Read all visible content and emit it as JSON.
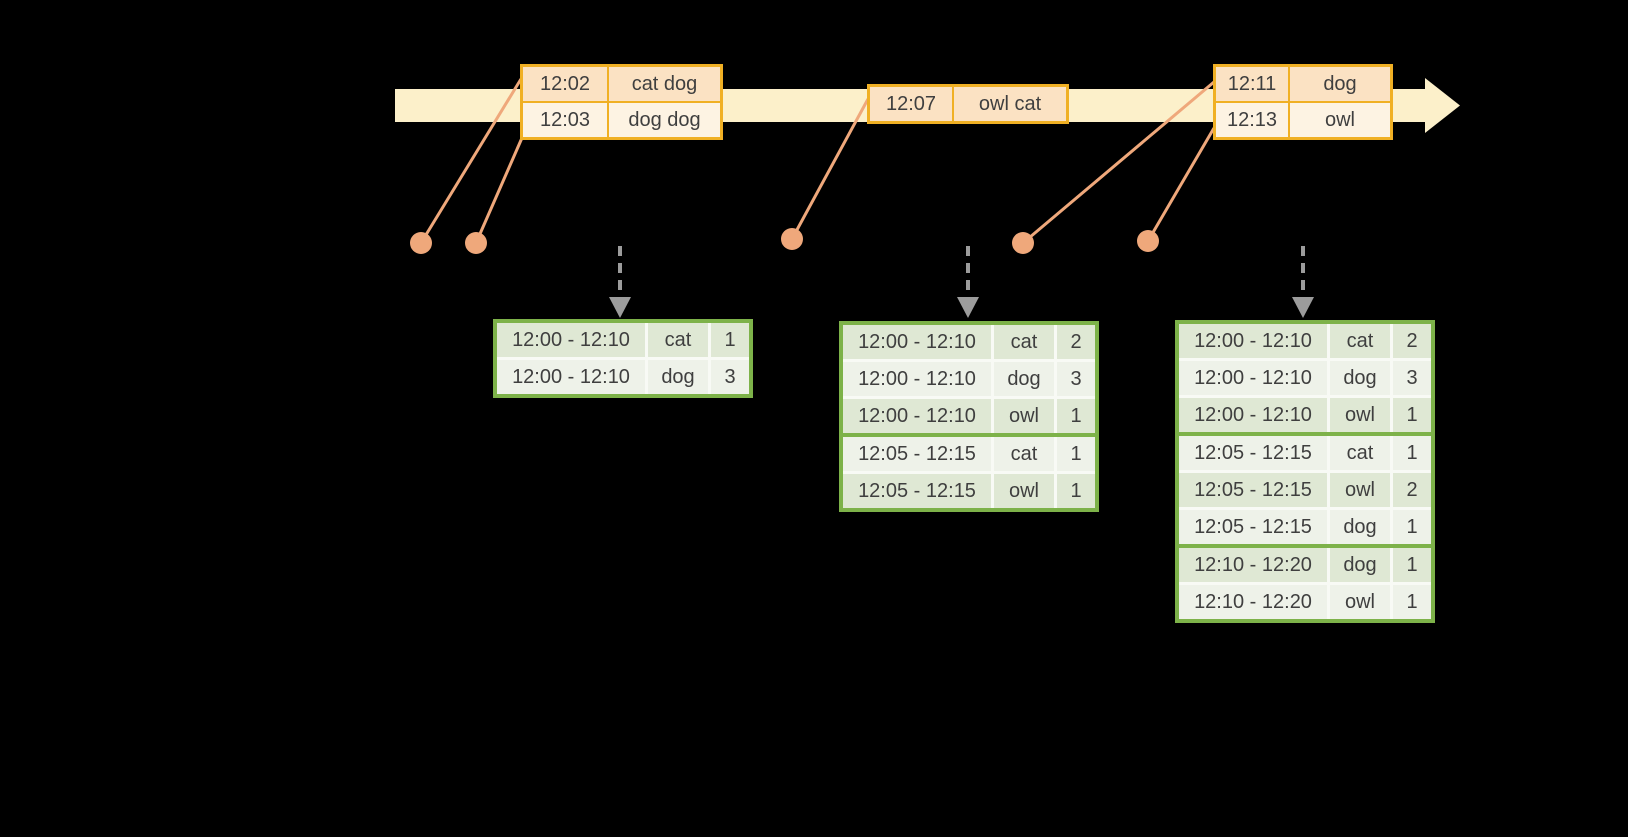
{
  "colors": {
    "bg": "#000000",
    "timeline_band": "#fcf0ca",
    "event_border": "#f0b024",
    "event_cell_dark": "#fbe2c3",
    "event_cell_light": "#fdf3e3",
    "salmon": "#efa87b",
    "arrow_gray": "#9c9c9c",
    "result_border": "#7db249",
    "result_cell_dark": "#dfe8d4",
    "result_cell_light": "#eef2e9",
    "result_sep": "#f8faf5",
    "text": "#3f3f3f"
  },
  "icons": {
    "timeline_arrowhead": "arrow-right-icon",
    "trigger_arrow": "arrow-down-icon",
    "event_marker": "event-dot"
  },
  "event_tables": [
    {
      "rows": [
        {
          "time": "12:02",
          "words": "cat dog"
        },
        {
          "time": "12:03",
          "words": "dog dog"
        }
      ]
    },
    {
      "rows": [
        {
          "time": "12:07",
          "words": "owl cat"
        }
      ]
    },
    {
      "rows": [
        {
          "time": "12:11",
          "words": "dog"
        },
        {
          "time": "12:13",
          "words": "owl"
        }
      ]
    }
  ],
  "result_tables": [
    {
      "rows": [
        {
          "window": "12:00 - 12:10",
          "word": "cat",
          "count": "1"
        },
        {
          "window": "12:00 - 12:10",
          "word": "dog",
          "count": "3"
        }
      ]
    },
    {
      "rows": [
        {
          "window": "12:00 - 12:10",
          "word": "cat",
          "count": "2"
        },
        {
          "window": "12:00 - 12:10",
          "word": "dog",
          "count": "3"
        },
        {
          "window": "12:00 - 12:10",
          "word": "owl",
          "count": "1"
        },
        {
          "window": "12:05 - 12:15",
          "word": "cat",
          "count": "1"
        },
        {
          "window": "12:05 - 12:15",
          "word": "owl",
          "count": "1"
        }
      ]
    },
    {
      "rows": [
        {
          "window": "12:00 - 12:10",
          "word": "cat",
          "count": "2"
        },
        {
          "window": "12:00 - 12:10",
          "word": "dog",
          "count": "3"
        },
        {
          "window": "12:00 - 12:10",
          "word": "owl",
          "count": "1"
        },
        {
          "window": "12:05 - 12:15",
          "word": "cat",
          "count": "1"
        },
        {
          "window": "12:05 - 12:15",
          "word": "owl",
          "count": "2"
        },
        {
          "window": "12:05 - 12:15",
          "word": "dog",
          "count": "1"
        },
        {
          "window": "12:10 - 12:20",
          "word": "dog",
          "count": "1"
        },
        {
          "window": "12:10 - 12:20",
          "word": "owl",
          "count": "1"
        }
      ]
    }
  ]
}
